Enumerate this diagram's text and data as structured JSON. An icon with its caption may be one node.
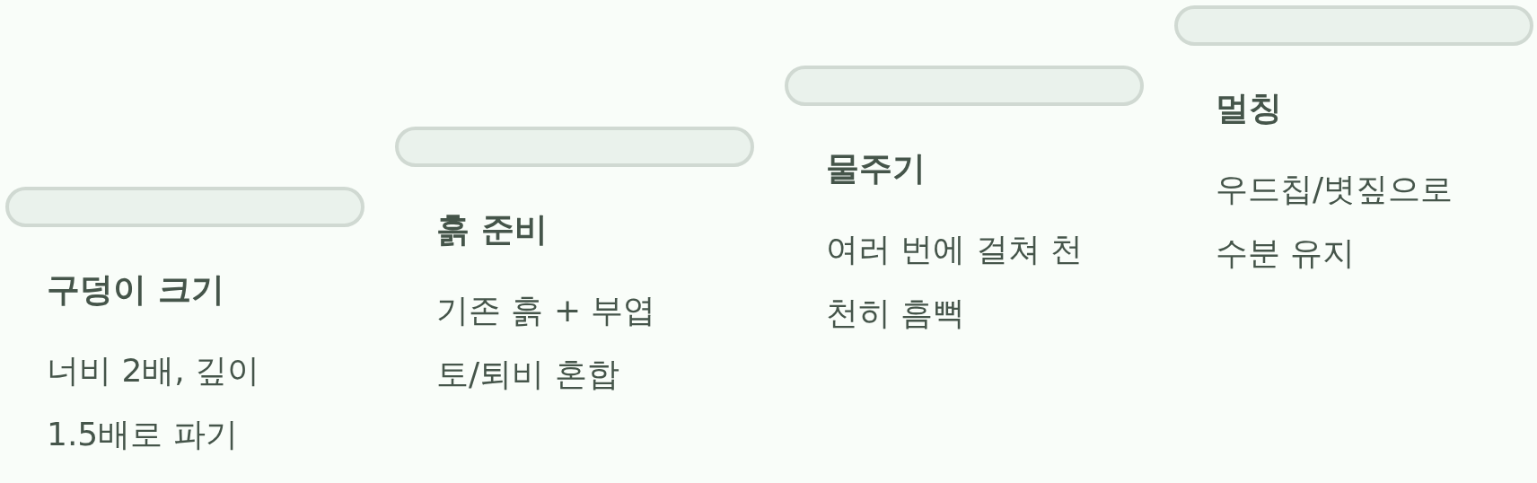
{
  "diagram": {
    "nodes": [
      {
        "text": [
          "구덩이 크기",
          "너비 2배, 깊이 1.5배로 파기"
        ]
      },
      {
        "text": [
          "흙 준비",
          "기존 흙 + 부엽토/퇴비 혼합"
        ]
      },
      {
        "text": [
          "물주기",
          "여러 번에 걸쳐 천천히 흠뻑"
        ]
      },
      {
        "text": [
          "멀칭",
          "우드칩/볏짚으로 수분 유지"
        ]
      }
    ]
  }
}
